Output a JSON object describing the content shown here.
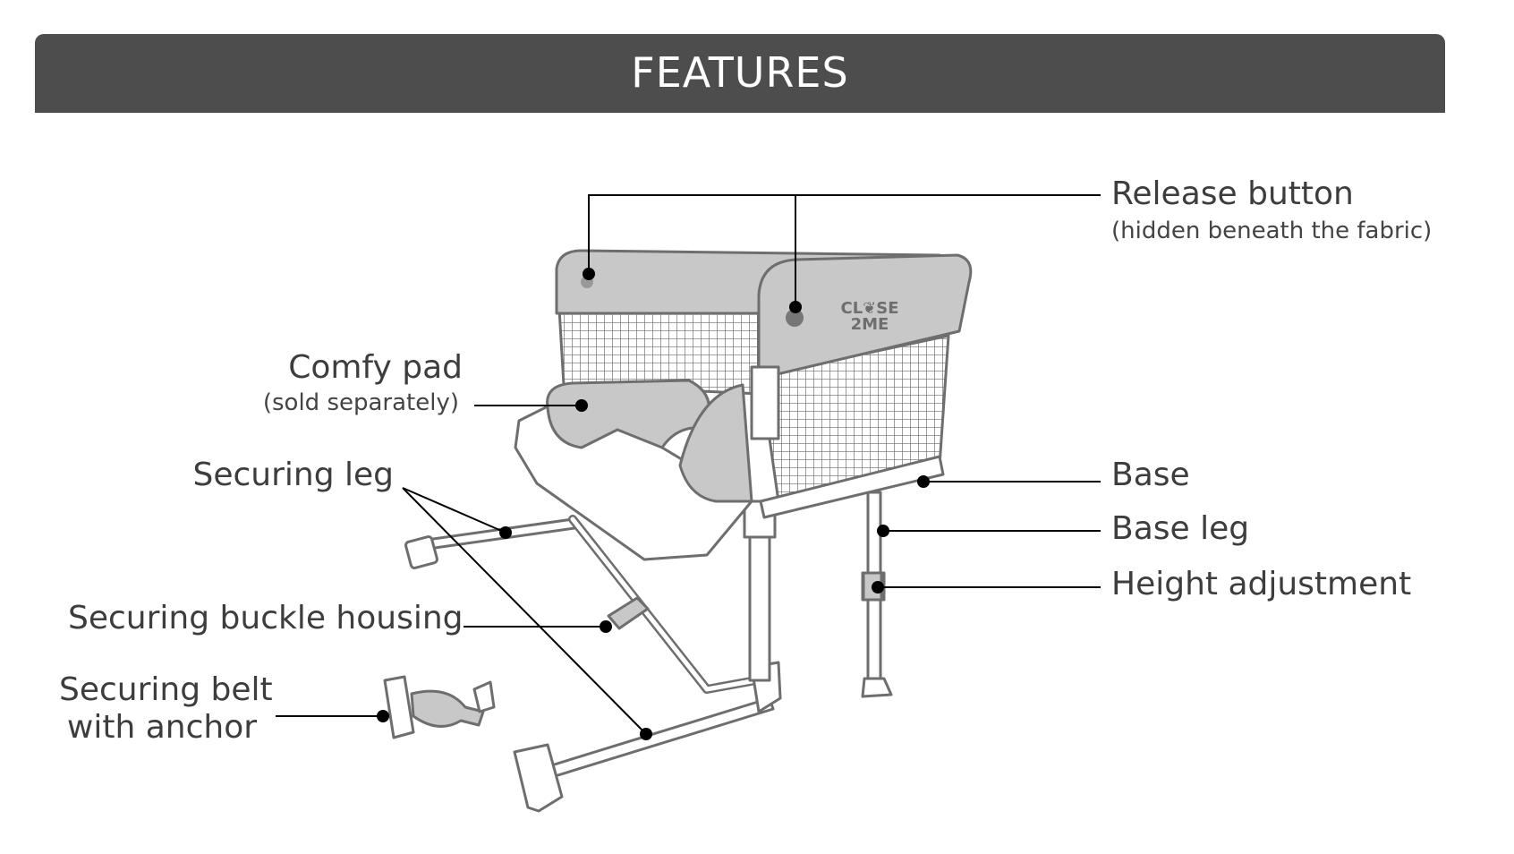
{
  "header": {
    "title": "FEATURES"
  },
  "labels": {
    "release_button": {
      "title": "Release button",
      "note": "(hidden beneath the fabric)"
    },
    "comfy_pad": {
      "title": "Comfy pad",
      "note": "(sold separately)"
    },
    "securing_leg": {
      "title": "Securing leg"
    },
    "securing_buckle_housing": {
      "title": "Securing buckle housing"
    },
    "securing_belt": {
      "line1": "Securing belt",
      "line2": "with anchor"
    },
    "base": {
      "title": "Base"
    },
    "base_leg": {
      "title": "Base leg"
    },
    "height_adjustment": {
      "title": "Height adjustment"
    }
  },
  "brand": {
    "line1": "CL❦SE",
    "line2": "2ME"
  },
  "colors": {
    "header_bg": "#4d4d4d",
    "fabric": "#c8c8c8",
    "outline": "#6e6e6e",
    "leader": "#000000"
  }
}
